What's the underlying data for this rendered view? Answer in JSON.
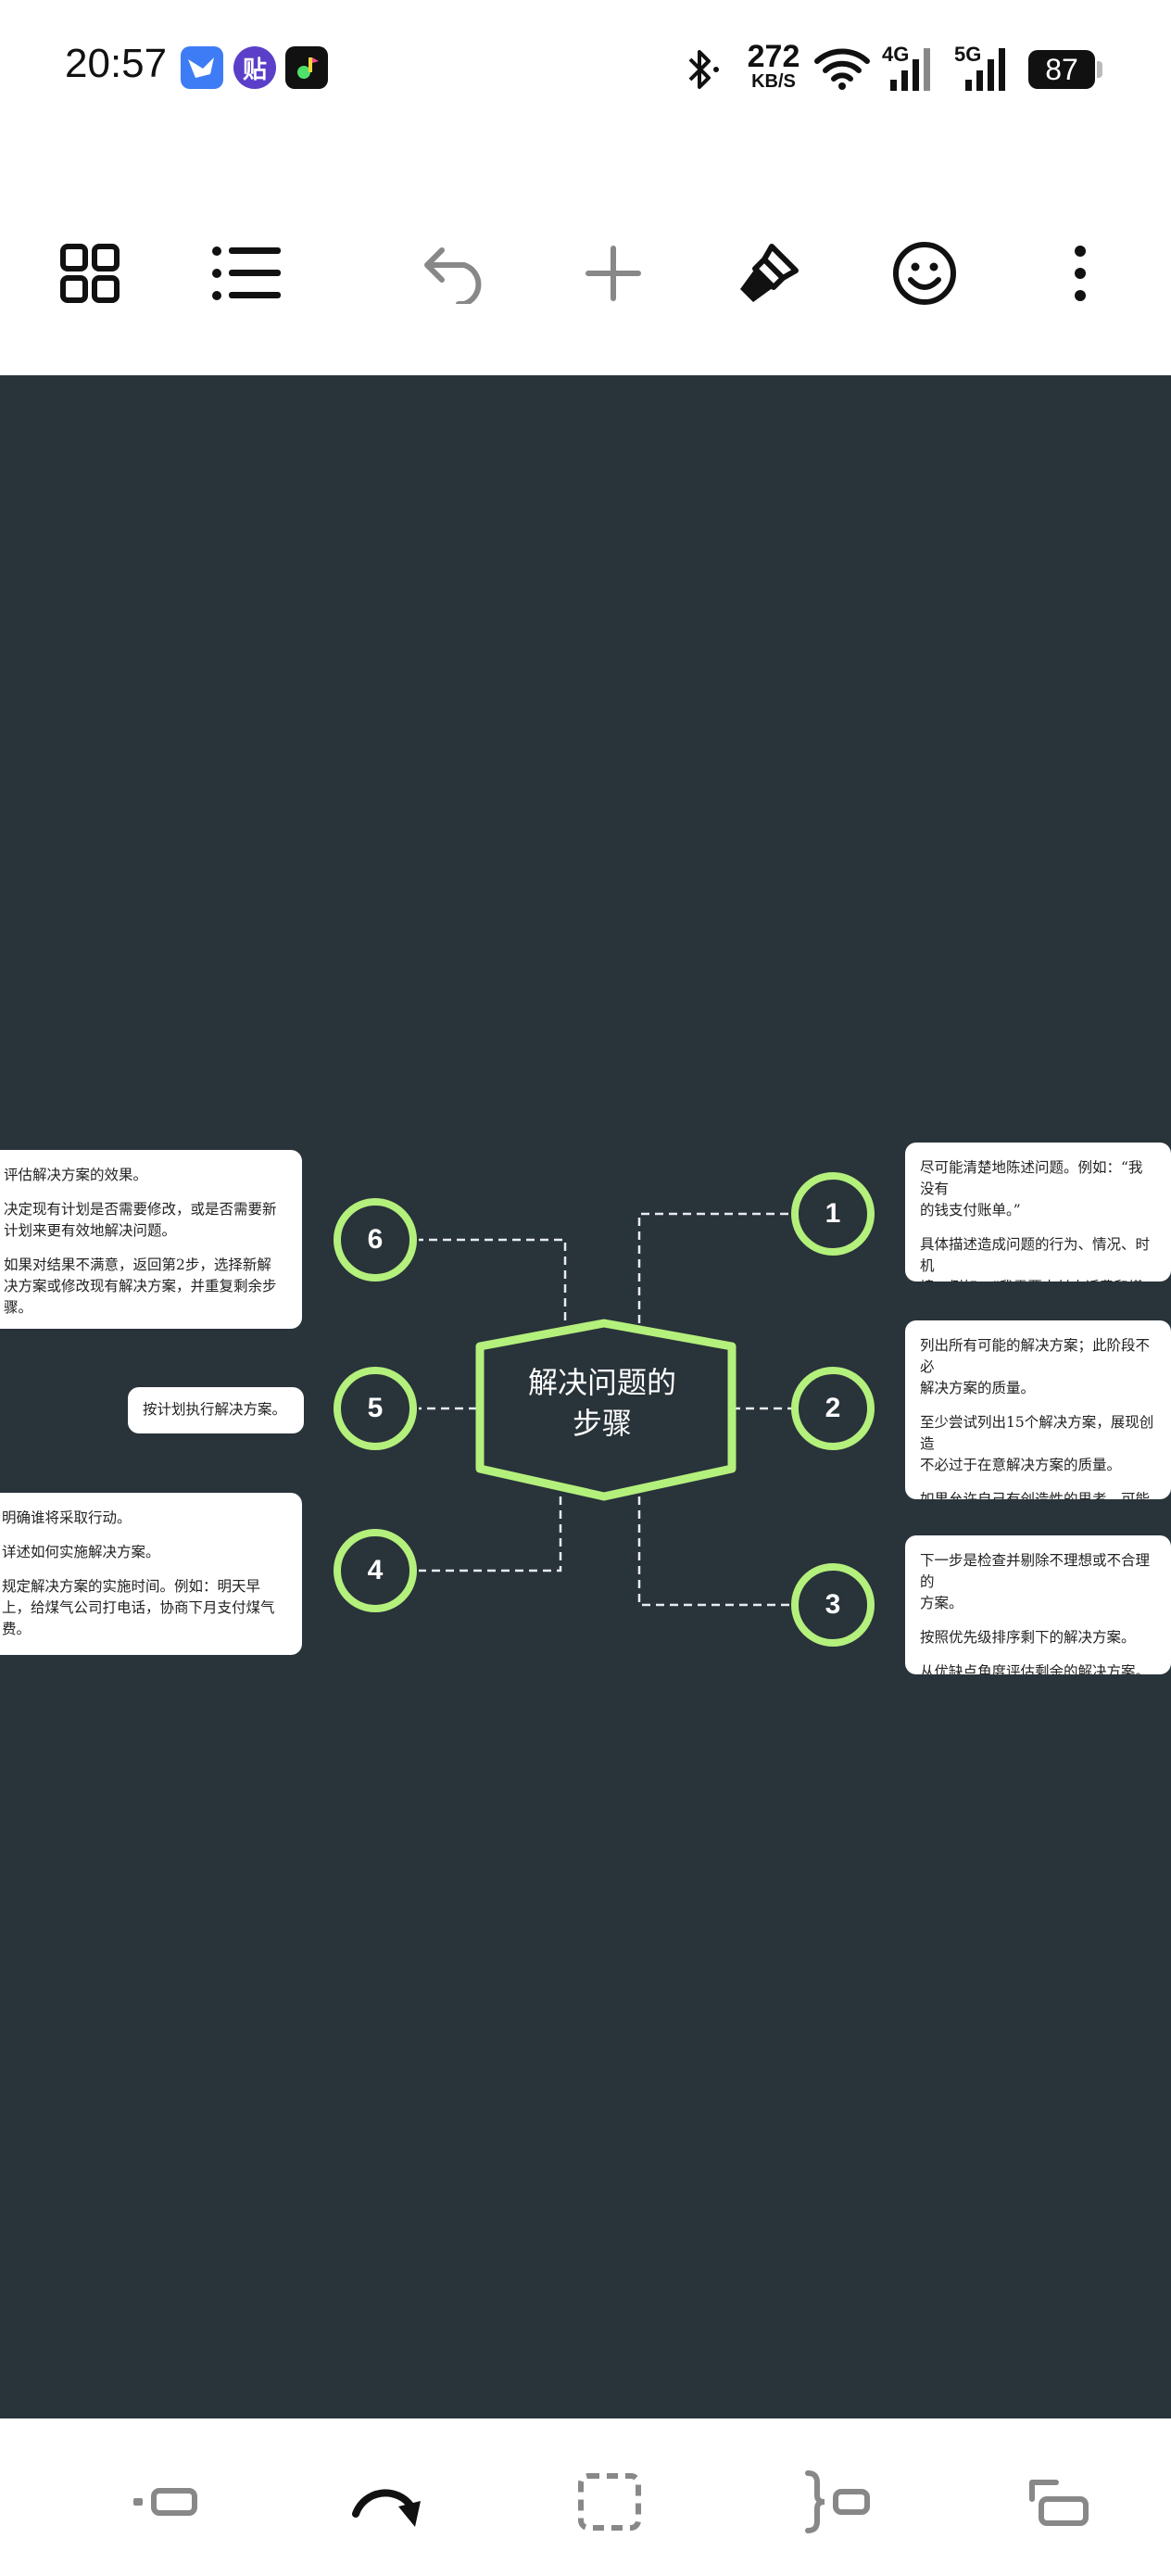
{
  "status_bar": {
    "time": "20:57",
    "apps": [
      {
        "name": "feishu-icon",
        "color": "#3d7cf5"
      },
      {
        "name": "tieba-icon",
        "label": "贴",
        "color": "#5b3fc8"
      },
      {
        "name": "music-app-icon",
        "color": "#111111"
      }
    ],
    "speed_value": "272",
    "speed_unit": "KB/S",
    "network_1": "4G",
    "network_2": "5G",
    "battery": "87"
  },
  "toolbar": {
    "icons": [
      "grid-view-icon",
      "outline-list-icon",
      "undo-icon",
      "add-icon",
      "style-brush-icon",
      "emoji-icon",
      "more-options-icon"
    ]
  },
  "mindmap": {
    "accent_color": "#b4f07c",
    "background_color": "#29333a",
    "center_line1": "解决问题的",
    "center_line2": "步骤",
    "nodes": [
      {
        "number": "1",
        "paragraphs": [
          "尽可能清楚地陈述问题。例如：“我没有\n的钱支付账单。”",
          "具体描述造成问题的行为、情况、时机\n境。例如：“我需要支付电话费和煤气费\n个月我没有足够的钱来支付这两笔费用"
        ]
      },
      {
        "number": "2",
        "paragraphs": [
          "列出所有可能的解决方案；此阶段不必\n解决方案的质量。",
          "至少尝试列出15个解决方案，展现创造\n不必过于在意解决方案的质量。",
          "如果允许自己有创造性的思考，可能会\n一些之前未曾想到的解决方案。"
        ]
      },
      {
        "number": "3",
        "paragraphs": [
          "下一步是检查并剔除不理想或不合理的\n方案。",
          "按照优先级排序剩下的解决方案。",
          "从优缺点角度评估剩余的解决方案。"
        ]
      },
      {
        "number": "4",
        "paragraphs": [
          "明确谁将采取行动。",
          "详述如何实施解决方案。",
          "规定解决方案的实施时间。例如：明天早\n上，给煤气公司打电话，协商下月支付煤气\n费。"
        ]
      },
      {
        "number": "5",
        "paragraphs": [
          "按计划执行解决方案。"
        ]
      },
      {
        "number": "6",
        "paragraphs": [
          "评估解决方案的效果。",
          "决定现有计划是否需要修改，或是否需要新\n计划来更有效地解决问题。",
          "如果对结果不满意，返回第2步，选择新解\n决方案或修改现有解决方案，并重复剩余步\n骤。"
        ]
      }
    ]
  },
  "bottom_toolbar": {
    "icons": [
      "add-sibling-topic-icon",
      "relationship-curve-icon",
      "boundary-icon",
      "summary-brace-icon",
      "add-child-topic-icon"
    ]
  }
}
